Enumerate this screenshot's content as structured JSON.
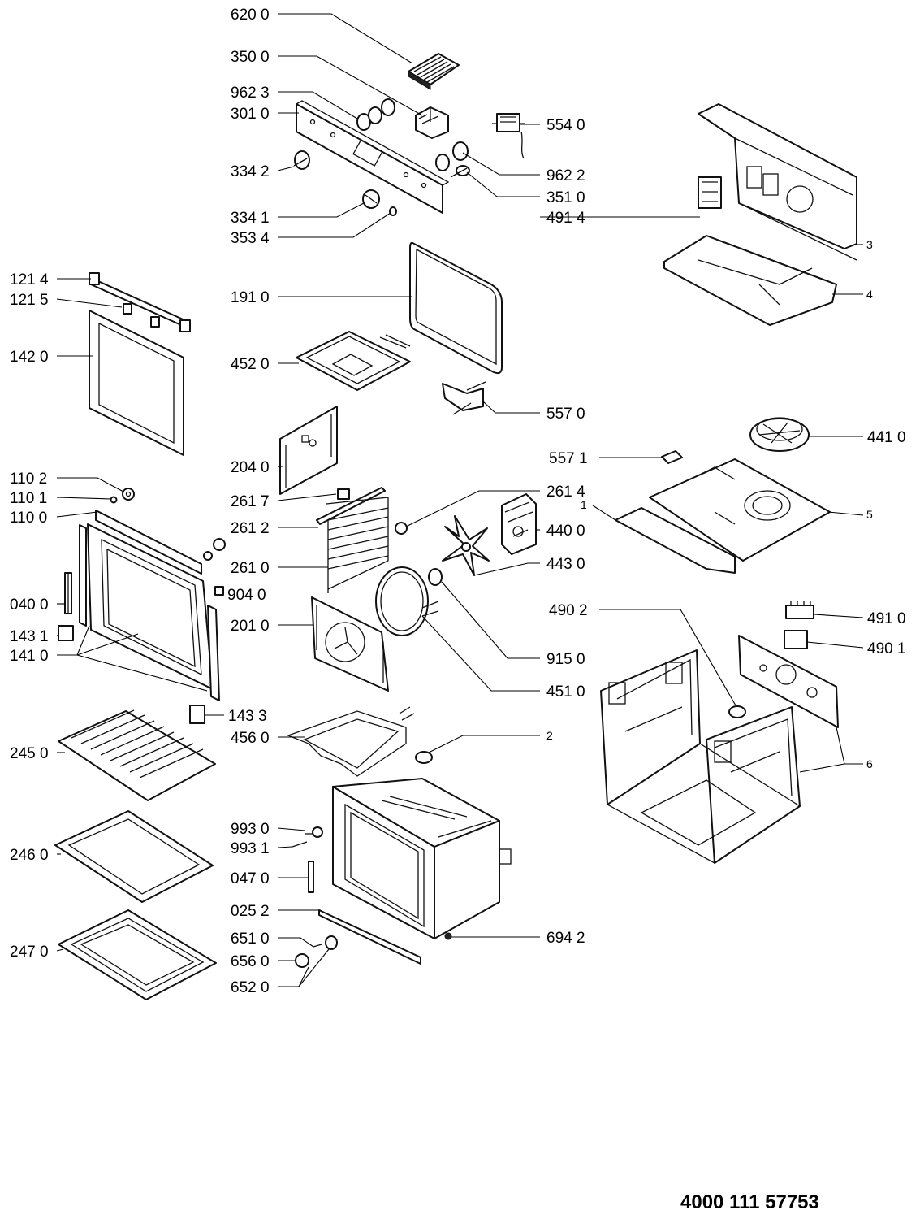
{
  "document_number": "4000 111 57753",
  "labels": {
    "l620_0": "620 0",
    "l350_0": "350 0",
    "l962_3": "962 3",
    "l301_0": "301 0",
    "l334_2": "334 2",
    "l334_1": "334 1",
    "l353_4": "353 4",
    "l554_0": "554 0",
    "l962_2": "962 2",
    "l351_0": "351 0",
    "l491_4": "491 4",
    "l3": "3",
    "l4": "4",
    "l121_4": "121 4",
    "l121_5": "121 5",
    "l142_0": "142 0",
    "l191_0": "191 0",
    "l452_0": "452 0",
    "l557_0": "557 0",
    "l204_0": "204 0",
    "l441_0": "441 0",
    "l557_1": "557 1",
    "l110_2": "110 2",
    "l110_1": "110 1",
    "l110_0": "110 0",
    "l261_7": "261 7",
    "l261_4": "261 4",
    "l261_2": "261 2",
    "l1": "1",
    "l5": "5",
    "l440_0": "440 0",
    "l261_0": "261 0",
    "l443_0": "443 0",
    "l904_0": "904 0",
    "l040_0": "040 0",
    "l201_0": "201 0",
    "l490_2": "490 2",
    "l491_0": "491 0",
    "l143_1": "143 1",
    "l141_0": "141 0",
    "l490_1": "490 1",
    "l915_0": "915 0",
    "l451_0": "451 0",
    "l143_3": "143 3",
    "l456_0": "456 0",
    "l2": "2",
    "l245_0": "245 0",
    "l6": "6",
    "l993_0": "993 0",
    "l993_1": "993 1",
    "l246_0": "246 0",
    "l047_0": "047 0",
    "l025_2": "025 2",
    "l694_2": "694 2",
    "l651_0": "651 0",
    "l656_0": "656 0",
    "l247_0": "247 0",
    "l652_0": "652 0"
  }
}
